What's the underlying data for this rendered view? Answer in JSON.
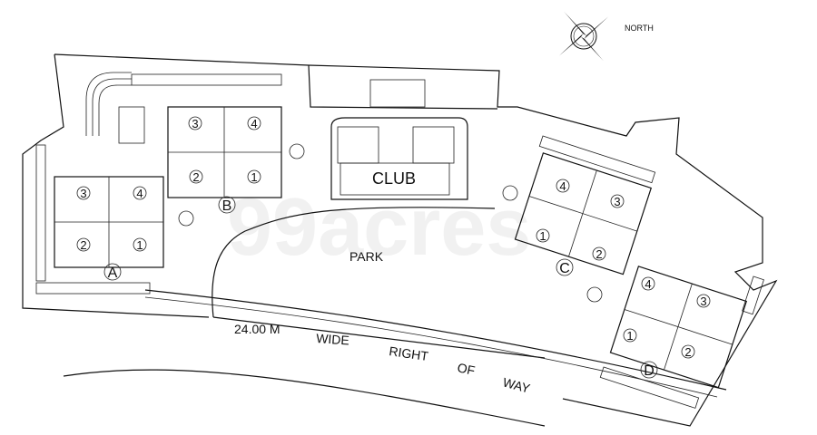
{
  "compass": {
    "label": "NORTH",
    "icon": "compass-rose-icon"
  },
  "labels": {
    "park": "PARK",
    "club": "CLUB",
    "road": [
      "24.00 M",
      "WIDE",
      "RIGHT",
      "OF",
      "WAY"
    ]
  },
  "towers": [
    {
      "id": "A",
      "units": [
        "3",
        "4",
        "2",
        "1"
      ]
    },
    {
      "id": "B",
      "units": [
        "3",
        "4",
        "2",
        "1"
      ]
    },
    {
      "id": "C",
      "units": [
        "4",
        "3",
        "1",
        "2"
      ]
    },
    {
      "id": "D",
      "units": [
        "4",
        "3",
        "1",
        "2"
      ]
    }
  ],
  "watermark": "99acres"
}
